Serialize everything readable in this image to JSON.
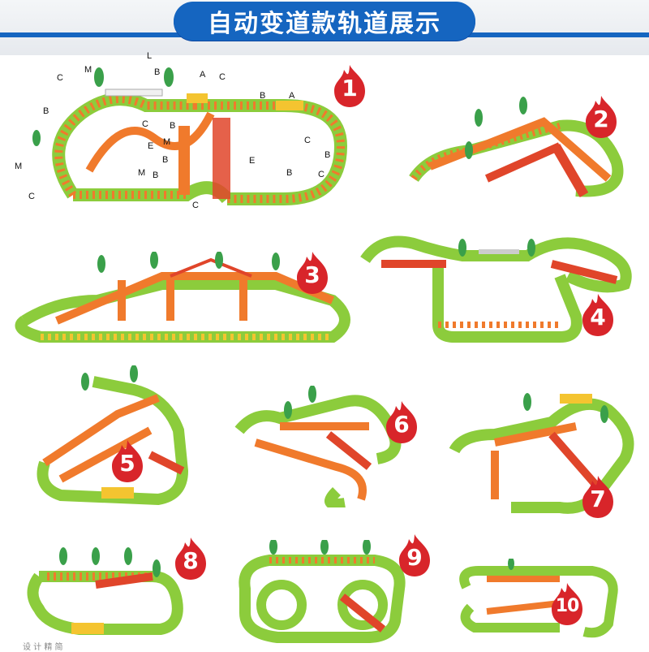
{
  "header": {
    "title": "自动变道款轨道展示"
  },
  "badges": [
    "1",
    "2",
    "3",
    "4",
    "5",
    "6",
    "7",
    "8",
    "9",
    "10"
  ],
  "legend_labels": {
    "L": "L",
    "M": "M",
    "C": "C",
    "B": "B",
    "A": "A",
    "E": "E"
  },
  "footer": {
    "text": "设 计 精 简"
  },
  "colors": {
    "banner_blue": "#1565c0",
    "badge_red": "#d8252a",
    "track_green": "#8ccc3c",
    "track_orange": "#f07a2c",
    "track_yellow": "#f4c430",
    "track_red": "#e0452a"
  }
}
